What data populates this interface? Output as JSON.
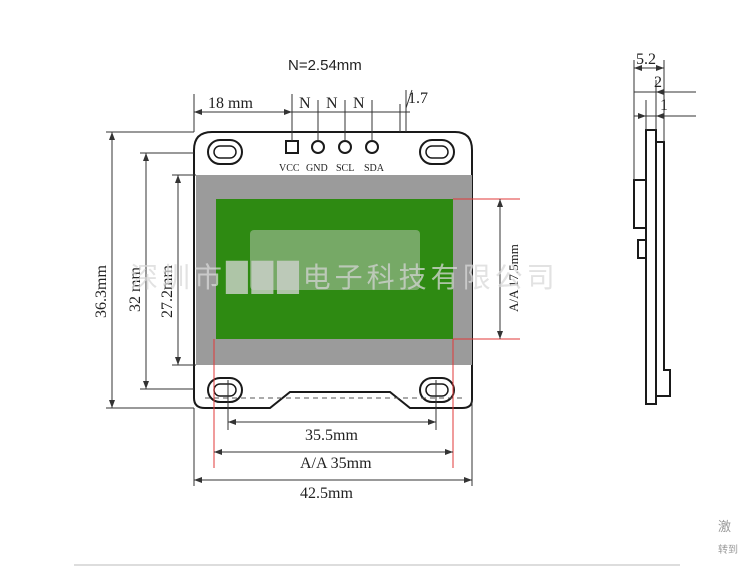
{
  "pitch_label": "N=2.54mm",
  "top_dims": {
    "left_offset": "18 mm",
    "pitch_1": "N",
    "pitch_2": "N",
    "pitch_3": "N",
    "right_offset": "1.7"
  },
  "pins": [
    "VCC",
    "GND",
    "SCL",
    "SDA"
  ],
  "left_dims": {
    "overall_height": "36.3mm",
    "board_height": "32 mm",
    "glass_height": "27.2mm"
  },
  "right_dim": "A/A 17.5mm",
  "bottom_dims": {
    "glass_width": "35.5mm",
    "active_width": "A/A 35mm",
    "overall_width": "42.5mm"
  },
  "side_dims": {
    "total_thickness": "5.2",
    "module_thickness": "2",
    "pcb_thickness": "1"
  },
  "watermark": "深圳市███电子科技有限公司",
  "corner_text_1": "激",
  "corner_text_2": "转到",
  "colors": {
    "board": "#ffffff",
    "glass": "#9b9b9b",
    "active_area": "#2e8a12",
    "outline": "#1a1a1a",
    "red_line": "#e23a3a",
    "dimension": "#333333"
  }
}
